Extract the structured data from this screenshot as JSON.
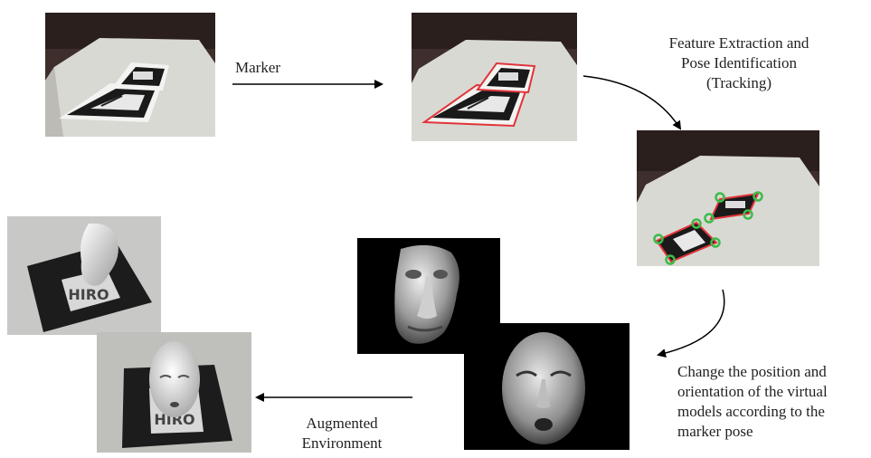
{
  "labels": {
    "marker": "Marker",
    "tracking": [
      "Feature Extraction and",
      "Pose Identification",
      "(Tracking)"
    ],
    "change_pose": [
      "Change the position and",
      "orientation of the virtual",
      "models according to the",
      "marker pose"
    ],
    "augmented": [
      "Augmented",
      "Environment"
    ]
  },
  "marker_glyph": "HIRO",
  "colors": {
    "arrow": "#000000",
    "marker_outline": "#e0353a",
    "feature_point": "#3cbc4a",
    "render_bg": "#000000"
  }
}
